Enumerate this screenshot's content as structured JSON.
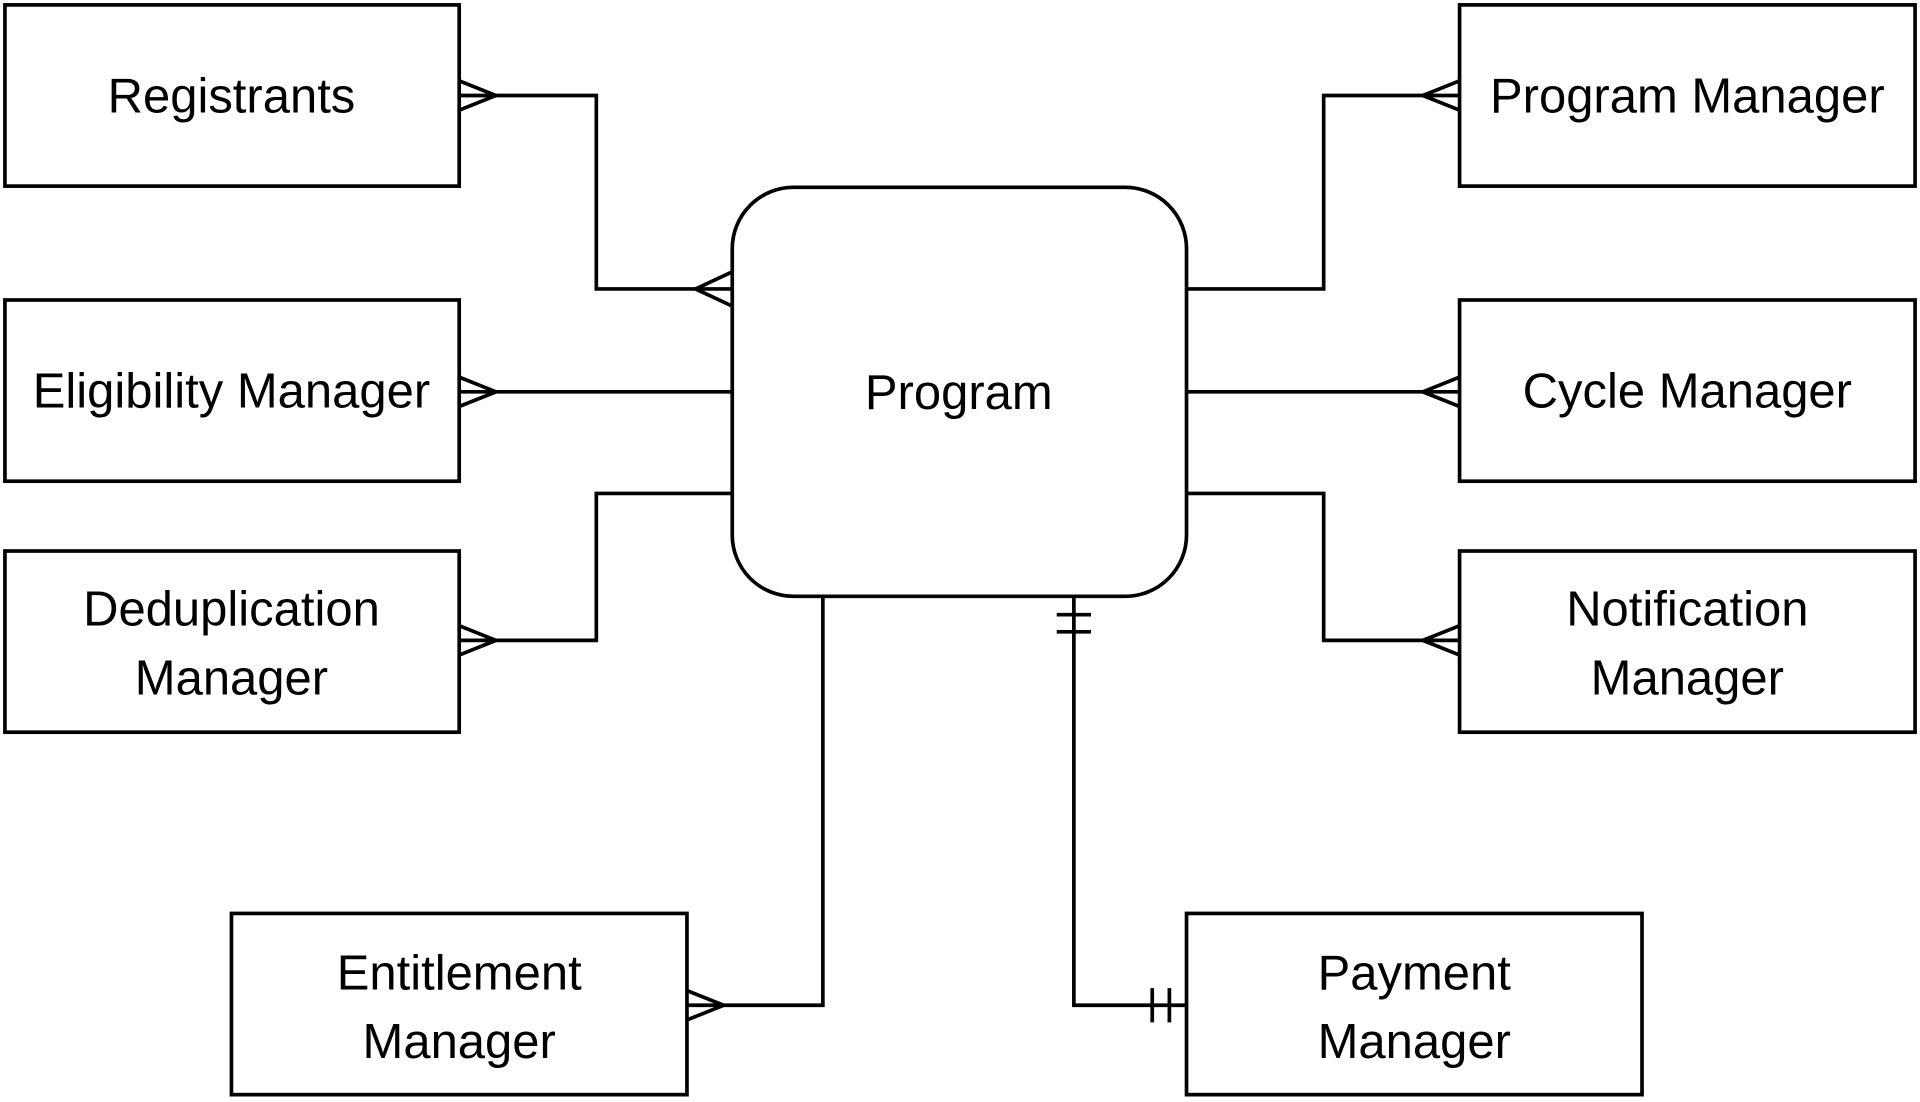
{
  "diagram": {
    "center": {
      "label": "Program"
    },
    "entities": {
      "registrants": {
        "label": "Registrants",
        "relation": "many-to-many"
      },
      "eligibility": {
        "label": "Eligibility Manager",
        "relation": "one-to-many"
      },
      "deduplication": {
        "line1": "Deduplication",
        "line2": "Manager",
        "relation": "one-to-many"
      },
      "program_manager": {
        "label": "Program Manager",
        "relation": "one-to-many"
      },
      "cycle": {
        "label": "Cycle Manager",
        "relation": "one-to-many"
      },
      "notification": {
        "line1": "Notification",
        "line2": "Manager",
        "relation": "one-to-many"
      },
      "entitlement": {
        "line1": "Entitlement",
        "line2": "Manager",
        "relation": "one-to-many"
      },
      "payment": {
        "line1": "Payment",
        "line2": "Manager",
        "relation": "one-to-one"
      }
    }
  }
}
